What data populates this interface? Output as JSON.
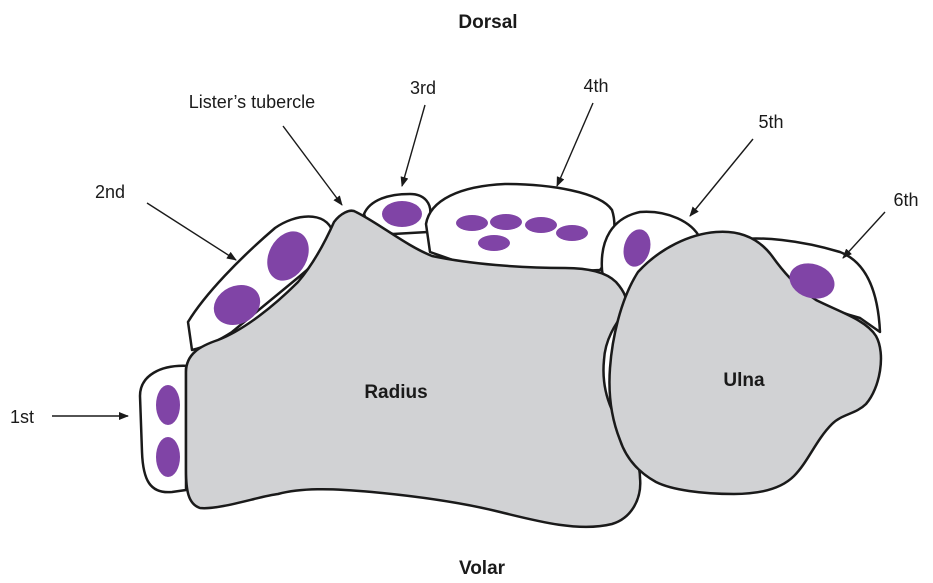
{
  "orientation": {
    "dorsal": "Dorsal",
    "volar": "Volar"
  },
  "bones": {
    "radius": "Radius",
    "ulna": "Ulna"
  },
  "landmark": {
    "listers_tubercle": "Lister’s tubercle"
  },
  "compartments": {
    "c1": "1st",
    "c2": "2nd",
    "c3": "3rd",
    "c4": "4th",
    "c5": "5th",
    "c6": "6th"
  },
  "colors": {
    "bone": "#d1d2d4",
    "tendon": "#8044a6",
    "outline": "#1a1a1a",
    "compartment": "#ffffff"
  }
}
